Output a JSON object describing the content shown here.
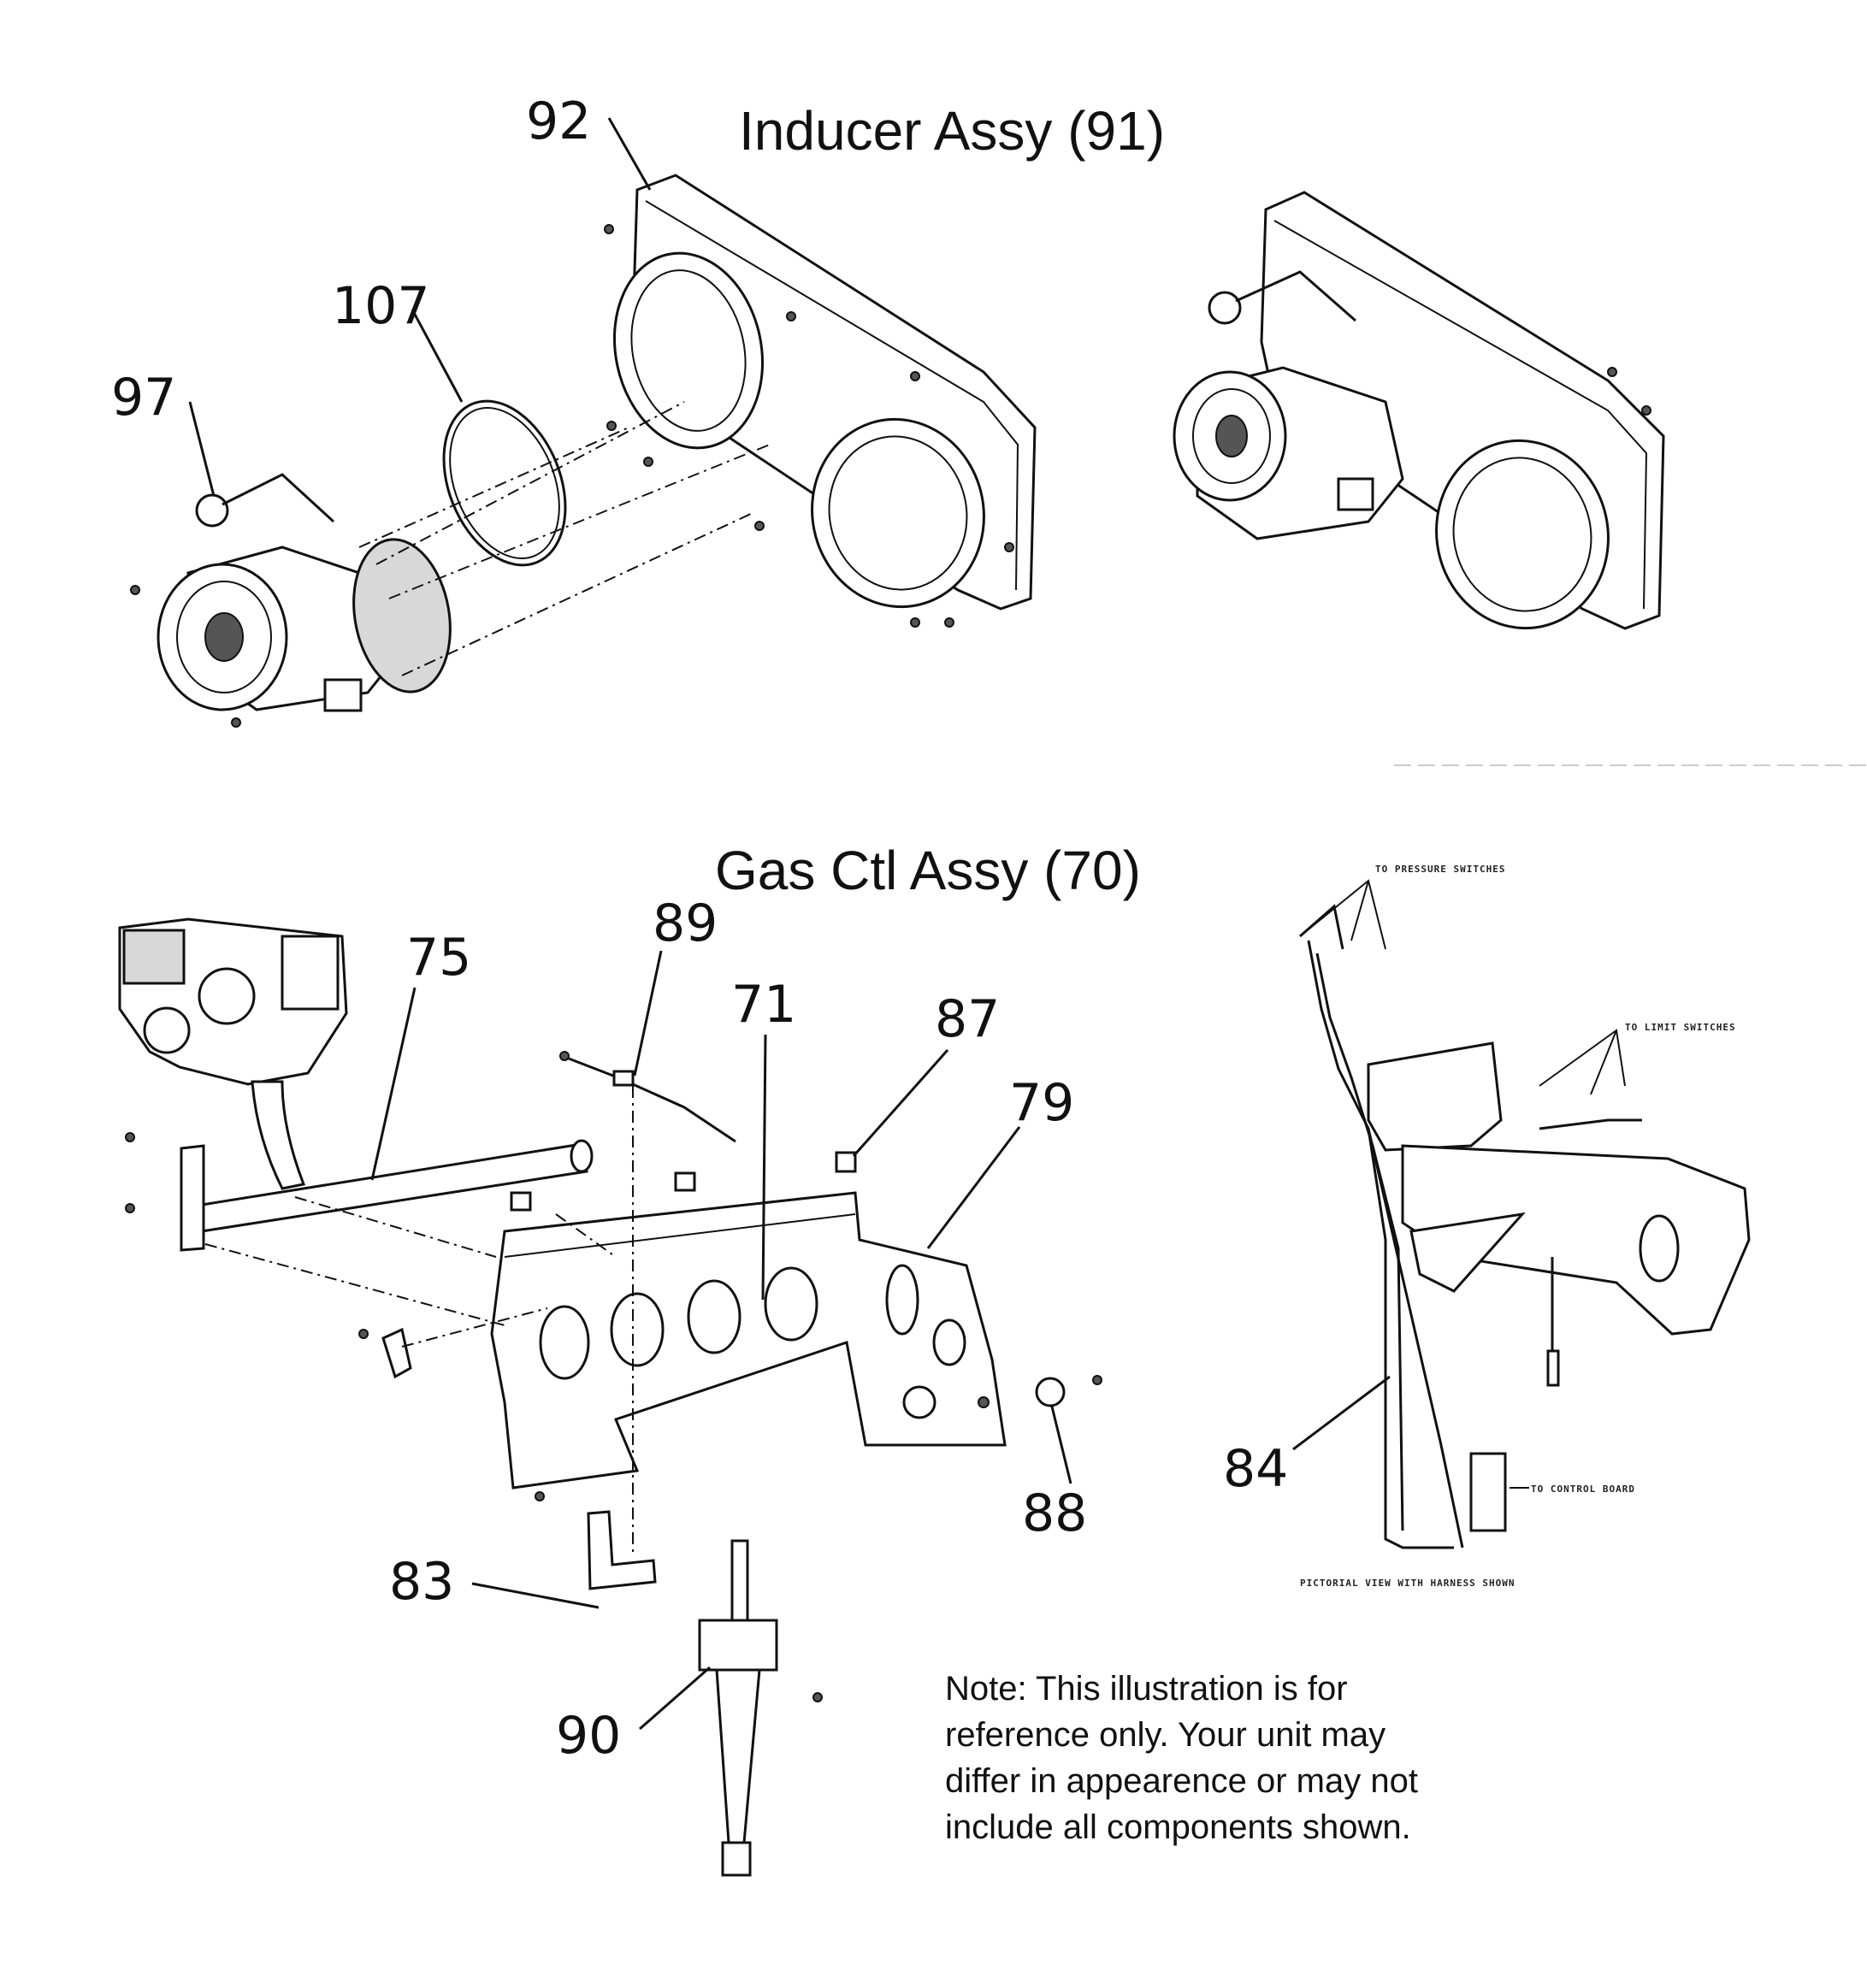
{
  "titles": {
    "inducer": "Inducer Assy (91)",
    "gas_control": "Gas Ctl Assy (70)"
  },
  "callouts": {
    "c92": "92",
    "c107": "107",
    "c97": "97",
    "c75": "75",
    "c89": "89",
    "c71": "71",
    "c87": "87",
    "c79": "79",
    "c88": "88",
    "c83": "83",
    "c90": "90",
    "c84": "84"
  },
  "harness_labels": {
    "pressure_switches": "TO PRESSURE SWITCHES",
    "limit_switches": "TO LIMIT SWITCHES",
    "control_board": "TO CONTROL BOARD",
    "caption": "PICTORIAL VIEW WITH HARNESS SHOWN"
  },
  "note": {
    "line1": "Note: This illustration is for",
    "line2": "reference only. Your unit may",
    "line3": "differ in appearence or may not",
    "line4": "include all components shown."
  }
}
